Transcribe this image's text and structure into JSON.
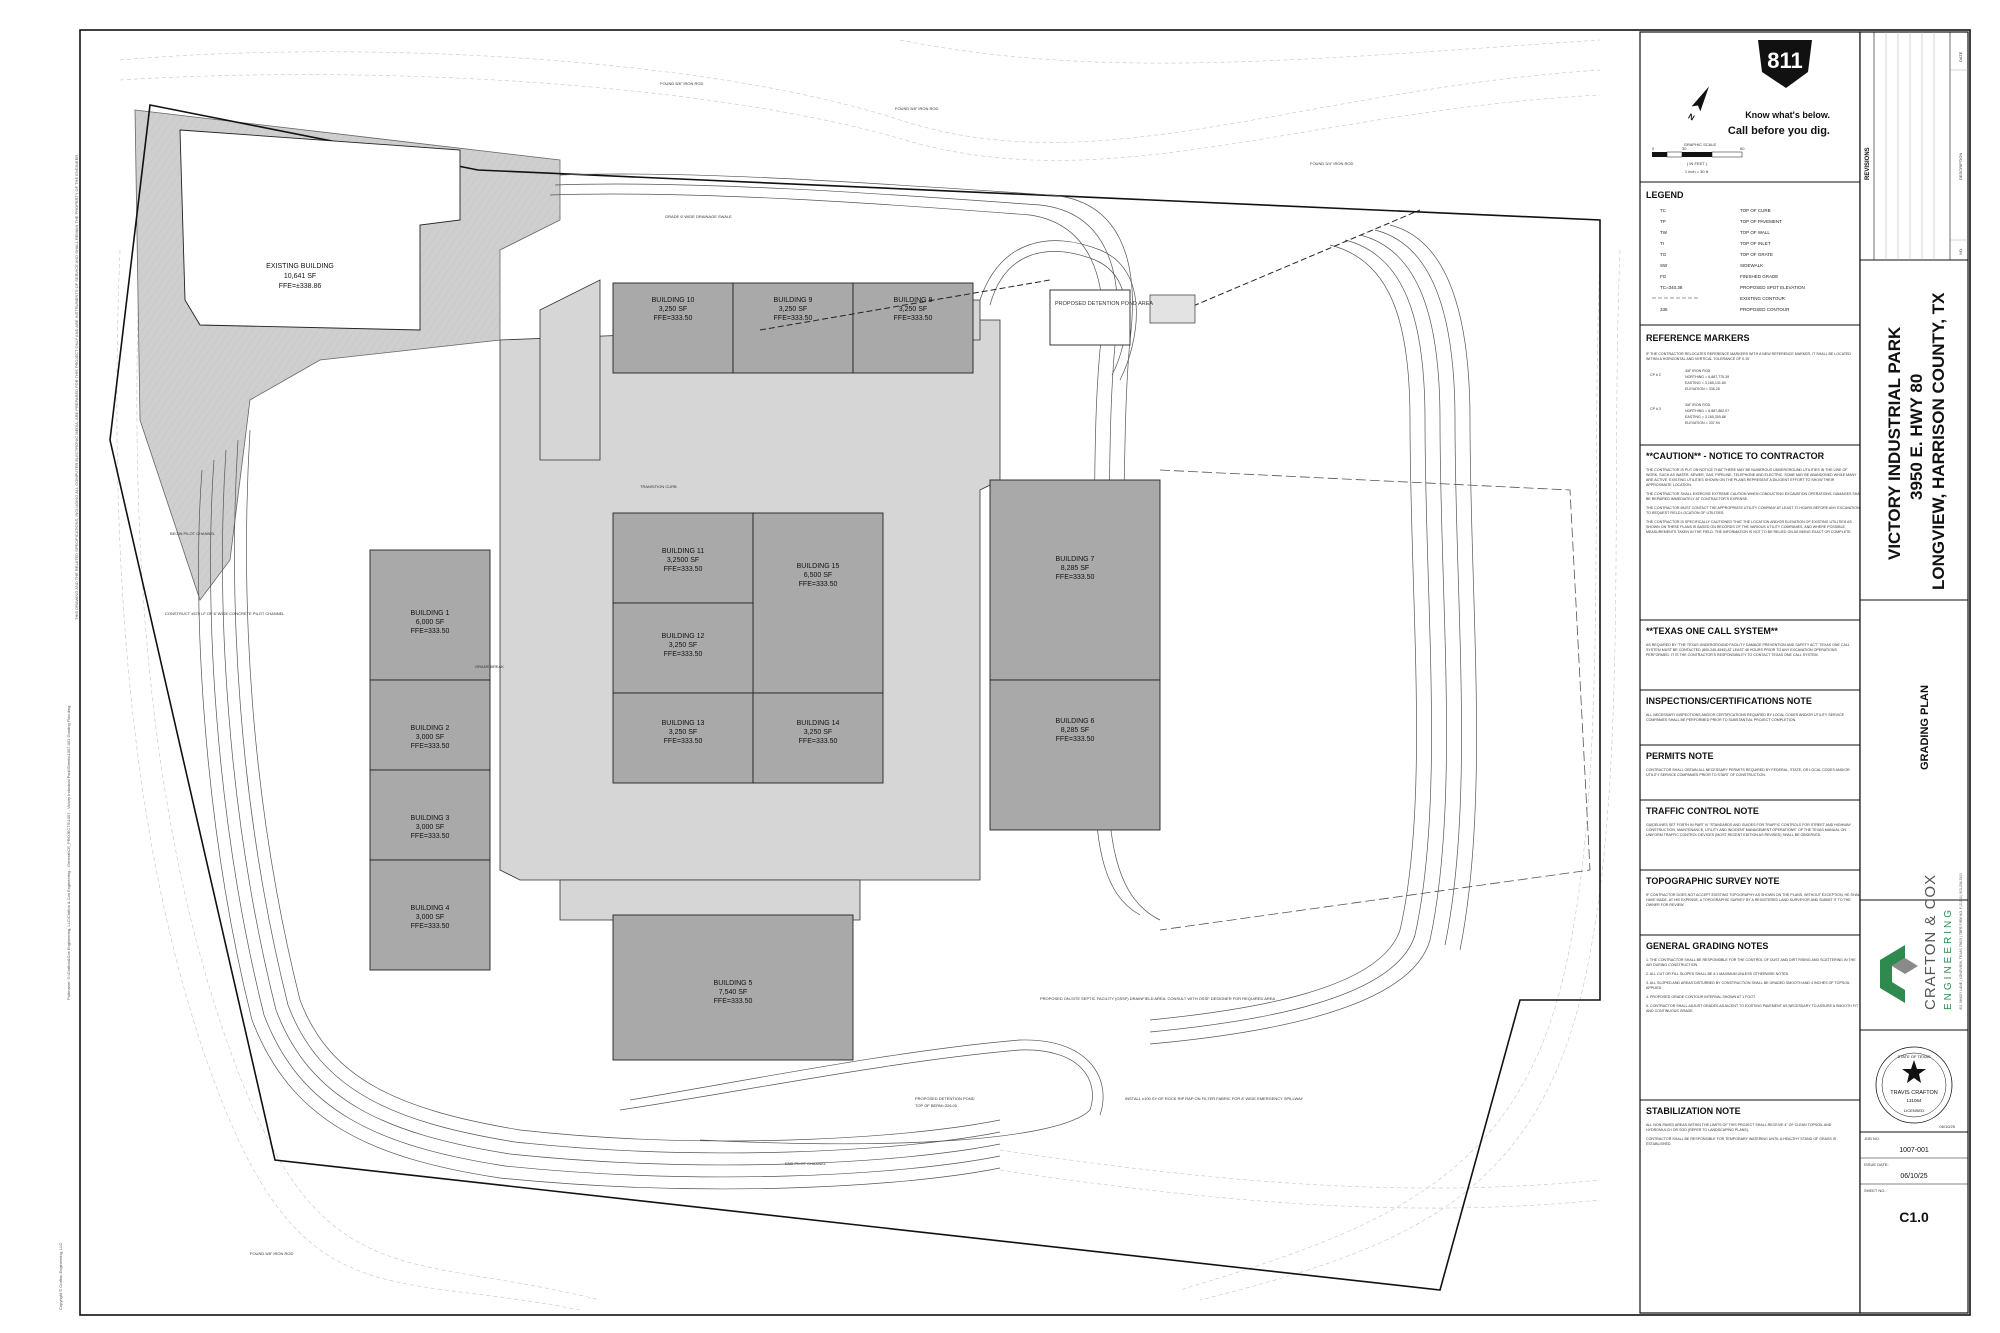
{
  "project": {
    "name": "VICTORY INDUSTRIAL PARK",
    "address": "3950 E. HWY 80",
    "city": "LONGVIEW, HARRISON COUNTY, TX",
    "sheet_title": "GRADING PLAN",
    "sheet_number": "C1.0",
    "job_no_label": "JOB NO.",
    "job_no": "1007-001",
    "issue_date_label": "ISSUE DATE:",
    "issue_date": "06/10/25",
    "sheet_no_label": "SHEET NO.:"
  },
  "revisions": {
    "title": "REVISIONS",
    "columns": [
      "NO.",
      "DESCRIPTION",
      "DATE"
    ]
  },
  "dig_banner": {
    "number": "811",
    "line1": "Know what's below.",
    "line2": "Call before you dig."
  },
  "graphic_scale": {
    "title": "GRAPHIC SCALE",
    "ticks": [
      "0",
      "30",
      "60"
    ],
    "unit": "( IN FEET )",
    "ratio": "1 inch = 30 ft."
  },
  "firm": {
    "name": "CRAFTON & COX",
    "subtitle": "ENGINEERING",
    "info": "401 SHADY LANE | LONGVIEW, TEXAS 75605 | TBPE FIRM NO. F-21063 | 903.234.3300"
  },
  "seal": {
    "state": "STATE OF TEXAS",
    "name": "TRAVIS CRAFTON",
    "number": "131064",
    "licensed": "LICENSED",
    "date": "06/10/25"
  },
  "legend": {
    "title": "LEGEND",
    "items": [
      {
        "code": "TC",
        "desc": "TOP OF CURB"
      },
      {
        "code": "TP",
        "desc": "TOP OF PAVEMENT"
      },
      {
        "code": "TW",
        "desc": "TOP OF WALL"
      },
      {
        "code": "TI",
        "desc": "TOP OF INLET"
      },
      {
        "code": "TG",
        "desc": "TOP OF GRATE"
      },
      {
        "code": "SW",
        "desc": "SIDEWALK"
      },
      {
        "code": "FG",
        "desc": "FINISHED GRADE"
      },
      {
        "code": "TC=340.38",
        "desc": "PROPOSED SPOT ELEVATION"
      },
      {
        "code": "",
        "desc": "EXISTING CONTOUR"
      },
      {
        "code": "335",
        "desc": "PROPOSED CONTOUR"
      }
    ]
  },
  "reference_markers": {
    "title": "REFERENCE MARKERS",
    "intro": "IF THE CONTRACTOR RELOCATES REFERENCE MARKERS WITH A NEW REFERENCE MARKER, IT SHALL BE LOCATED WITHIN A HORIZONTAL AND VERTICAL TOLERANCE OF 0.10'",
    "markers": [
      {
        "id": "CP # 2",
        "lines": [
          "3/8\" IRON ROD",
          "NORTHING = 6,887,775.39",
          "EASTING = 3,165,131.60",
          "ELEVATION = 336.28"
        ]
      },
      {
        "id": "CP # 3",
        "lines": [
          "3/8\" IRON ROD",
          "NORTHING = 6,887,882.07",
          "EASTING = 3,165,305.86",
          "ELEVATION = 337.94"
        ]
      }
    ]
  },
  "notes": [
    {
      "title": "**CAUTION** - NOTICE TO CONTRACTOR",
      "body": [
        "THE CONTRACTOR IS PUT ON NOTICE THAT THERE MAY BE NUMEROUS UNDERGROUND UTILITIES IN THE LINE OF WORK, SUCH AS WATER, SEWER, GAS, PIPELINE, TELEPHONE AND ELECTRIC. SOME MAY BE ABANDONED WHILE MANY ARE ACTIVE. EXISTING UTILITIES SHOWN ON THE PLANS REPRESENT A DILIGENT EFFORT TO SHOW THEIR APPROXIMATE LOCATION.",
        "THE CONTRACTOR SHALL EXERCISE EXTREME CAUTION WHEN CONDUCTING EXCAVATION OPERATIONS. DAMAGES SHALL BE REPAIRED IMMEDIATELY AT CONTRACTOR'S EXPENSE.",
        "THE CONTRACTOR MUST CONTACT THE APPROPRIATE UTILITY COMPANY AT LEAST 72 HOURS BEFORE ANY EXCAVATION TO REQUEST FIELD LOCATION OF UTILITIES.",
        "THE CONTRACTOR IS SPECIFICALLY CAUTIONED THAT THE LOCATION AND/OR ELEVATION OF EXISTING UTILITIES AS SHOWN ON THESE PLANS IS BASED ON RECORDS OF THE VARIOUS UTILITY COMPANIES, AND WHERE POSSIBLE, MEASUREMENTS TAKEN IN THE FIELD. THE INFORMATION IS NOT TO BE RELIED ON AS BEING EXACT OR COMPLETE."
      ]
    },
    {
      "title": "**TEXAS ONE CALL SYSTEM**",
      "body": [
        "AS REQUIRED BY \"THE TEXAS UNDERGROUND FACILITY DAMAGE PREVENTION AND SAFETY ACT\" TEXAS ONE CALL SYSTEM MUST BE CONTACTED (800-245-4545) AT LEAST 48 HOURS PRIOR TO ANY EXCAVATION OPERATIONS PERFORMED. IT IS THE CONTRACTOR'S RESPONSIBILITY TO CONTACT TEXAS ONE CALL SYSTEM."
      ]
    },
    {
      "title": "INSPECTIONS/CERTIFICATIONS NOTE",
      "body": [
        "ALL NECESSARY INSPECTIONS AND/OR CERTIFICATIONS REQUIRED BY LOCAL CODES AND/OR UTILITY SERVICE COMPANIES SHALL BE PERFORMED PRIOR TO SUBSTANTIAL PROJECT COMPLETION."
      ]
    },
    {
      "title": "PERMITS NOTE",
      "body": [
        "CONTRACTOR SHALL OBTAIN ALL NECESSARY PERMITS REQUIRED BY FEDERAL, STATE, OR LOCAL CODES AND/OR UTILITY SERVICE COMPANIES PRIOR TO START OF CONSTRUCTION."
      ]
    },
    {
      "title": "TRAFFIC CONTROL NOTE",
      "body": [
        "GUIDELINES SET FORTH IN PART VI \"STANDARDS AND GUIDES FOR TRAFFIC CONTROLS FOR STREET AND HIGHWAY CONSTRUCTION, MAINTENANCE, UTILITY AND INCIDENT MANAGEMENT OPERATIONS\" OF THE TEXAS MANUAL ON UNIFORM TRAFFIC CONTROL DEVICES (MOST RECENT EDITION AS REVISED) SHALL BE OBSERVED."
      ]
    },
    {
      "title": "TOPOGRAPHIC SURVEY NOTE",
      "body": [
        "IF CONTRACTOR DOES NOT ACCEPT EXISTING TOPOGRAPHY AS SHOWN ON THE PLANS, WITHOUT EXCEPTION, HE SHALL HAVE MADE, AT HIS EXPENSE, A TOPOGRAPHIC SURVEY BY A REGISTERED LAND SURVEYOR AND SUBMIT IT TO THE OWNER FOR REVIEW."
      ]
    },
    {
      "title": "GENERAL GRADING NOTES",
      "body": [
        "1. THE CONTRACTOR SHALL BE RESPONSIBLE FOR THE CONTROL OF DUST AND DIRT RISING AND SCATTERING IN THE AIR DURING CONSTRUCTION.",
        "2. ALL CUT OR FILL SLOPES SHALL BE 4:1 MAXIMUM UNLESS OTHERWISE NOTED.",
        "3. ALL SLOPED AND AREAS DISTURBED BY CONSTRUCTION SHALL BE GRADED SMOOTH AND 4 INCHES OF TOPSOIL APPLIED.",
        "4. PROPOSED GRADE CONTOUR INTERVAL SHOWN AT 1 FOOT.",
        "5. CONTRACTOR SHALL ADJUST GRADES ADJACENT TO EXISTING PAVEMENT AS NECESSARY TO ASSURE A SMOOTH FIT AND CONTINUOUS GRADE."
      ]
    },
    {
      "title": "STABILIZATION NOTE",
      "body": [
        "ALL NON-PAVED AREAS WITHIN THE LIMITS OF THIS PROJECT SHALL RECEIVE 4\" OF CLEAN TOPSOIL AND HYDROMULCH OR SOD (REFER TO LANDSCAPING PLANS).",
        "CONTRACTOR SHALL BE RESPONSIBLE FOR TEMPORARY WATERING UNTIL A HEALTHY STAND OF GRASS IS ESTABLISHED."
      ]
    }
  ],
  "buildings": [
    {
      "name": "EXISTING BUILDING",
      "area": "10,641 SF",
      "ffe": "FFE=±338.86"
    },
    {
      "name": "BUILDING 10",
      "area": "3,250 SF",
      "ffe": "FFE=333.50"
    },
    {
      "name": "BUILDING 9",
      "area": "3,250 SF",
      "ffe": "FFE=333.50"
    },
    {
      "name": "BUILDING 8",
      "area": "3,250 SF",
      "ffe": "FFE=333.50"
    },
    {
      "name": "BUILDING 11",
      "area": "3,2500 SF",
      "ffe": "FFE=333.50"
    },
    {
      "name": "BUILDING 15",
      "area": "6,500 SF",
      "ffe": "FFE=333.50"
    },
    {
      "name": "BUILDING 12",
      "area": "3,250 SF",
      "ffe": "FFE=333.50"
    },
    {
      "name": "BUILDING 13",
      "area": "3,250 SF",
      "ffe": "FFE=333.50"
    },
    {
      "name": "BUILDING 14",
      "area": "3,250 SF",
      "ffe": "FFE=333.50"
    },
    {
      "name": "BUILDING 7",
      "area": "8,285 SF",
      "ffe": "FFE=333.50"
    },
    {
      "name": "BUILDING 6",
      "area": "8,285 SF",
      "ffe": "FFE=333.50"
    },
    {
      "name": "BUILDING 1",
      "area": "6,000 SF",
      "ffe": "FFE=333.50"
    },
    {
      "name": "BUILDING 2",
      "area": "3,000 SF",
      "ffe": "FFE=333.50"
    },
    {
      "name": "BUILDING 3",
      "area": "3,000 SF",
      "ffe": "FFE=333.50"
    },
    {
      "name": "BUILDING 4",
      "area": "3,000 SF",
      "ffe": "FFE=333.50"
    },
    {
      "name": "BUILDING 5",
      "area": "7,540 SF",
      "ffe": "FFE=333.50"
    }
  ],
  "callouts": {
    "detention_north": "PROPOSED DETENTION POND AREA",
    "detention_south": "PROPOSED DETENTION POND",
    "pond_top": "TOP OF BERM=326.00",
    "septic": "PROPOSED ON-SITE SEPTIC FACILITY (OSSF) DRAINFIELD AREA. CONSULT WITH OSSF DESIGNER FOR REQUIRED AREA",
    "grade_break": "GRADE BREAK",
    "transition_curb": "TRANSITION CURB",
    "swale": "GRADE 6' WIDE DRAINAGE SWALE",
    "pilot_channel": "CONSTRUCT ±570 LF OF 6' WIDE CONCRETE PILOT CHANNEL",
    "begin_pilot": "BEGIN PILOT CHANNEL",
    "end_pilot": "END PILOT CHANNEL",
    "iron_rod_1": "FOUND 5/8\" IRON ROD",
    "iron_rod_2": "FOUND 5/8\" IRON ROD",
    "iron_rod_3": "FOUND 3/4\" IRON ROD",
    "iron_rod_4": "FOUND 5/8\" IRON ROD",
    "rock_riprap": "INSTALL ±100 SY OF ROCK RIP RAP ON FILTER FABRIC FOR 8' WIDE EMERGENCY SPILLWAY",
    "copyright": "Copyright © Crafton Engineering, LLC",
    "drawing_path": "Pathname: G:\\Crafton&Cox Engineering, LLC\\Crafton & Cox Engineering - General\\CE_PROJECTS\\1007 - Victory Industrial Park\\Sheets\\1007-001 Grading Plan.dwg",
    "disclaimer": "THIS DRAWING AND THE RELATED SPECIFICATIONS, INCLUDING ALL COMPUTER ELECTRONIC MEDIA, ARE PREPARED FOR THIS PROJECT ONLY AND ARE INSTRUMENTS OF SERVICE AND SHALL REMAIN THE PROPERTY OF THE ENGINEER."
  },
  "colors": {
    "paving": "#d6d6d6",
    "building": "#a9a9a9",
    "line": "#222222",
    "contour": "#555555",
    "firm_green": "#2e8a4e"
  }
}
